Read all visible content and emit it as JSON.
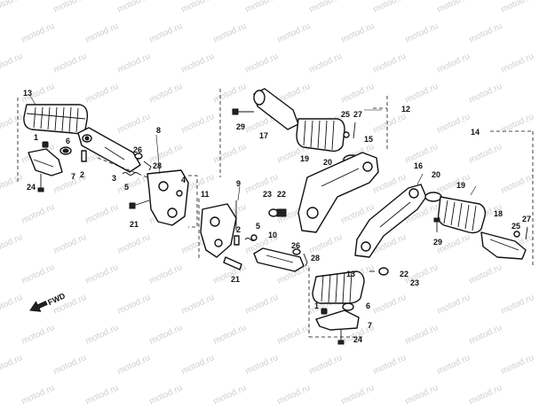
{
  "watermark": {
    "text": "motod.ru",
    "color": "#d0d0d0"
  },
  "forward_indicator": {
    "label": "FWD"
  },
  "callouts": [
    {
      "id": "c13a",
      "text": "13"
    },
    {
      "id": "c1a",
      "text": "1"
    },
    {
      "id": "c6a",
      "text": "6"
    },
    {
      "id": "c7a",
      "text": "7"
    },
    {
      "id": "c24a",
      "text": "24"
    },
    {
      "id": "c2a",
      "text": "2"
    },
    {
      "id": "c3",
      "text": "3"
    },
    {
      "id": "c5a",
      "text": "5"
    },
    {
      "id": "c26a",
      "text": "26"
    },
    {
      "id": "c28a",
      "text": "28"
    },
    {
      "id": "c8",
      "text": "8"
    },
    {
      "id": "c4",
      "text": "4"
    },
    {
      "id": "c21a",
      "text": "21"
    },
    {
      "id": "c11",
      "text": "11"
    },
    {
      "id": "c9",
      "text": "9"
    },
    {
      "id": "c2b",
      "text": "2"
    },
    {
      "id": "c5b",
      "text": "5"
    },
    {
      "id": "c21b",
      "text": "21"
    },
    {
      "id": "c23a",
      "text": "23"
    },
    {
      "id": "c22a",
      "text": "22"
    },
    {
      "id": "c10",
      "text": "10"
    },
    {
      "id": "c26b",
      "text": "26"
    },
    {
      "id": "c28b",
      "text": "28"
    },
    {
      "id": "c29a",
      "text": "29"
    },
    {
      "id": "c17",
      "text": "17"
    },
    {
      "id": "c19a",
      "text": "19"
    },
    {
      "id": "c20a",
      "text": "20"
    },
    {
      "id": "c25a",
      "text": "25"
    },
    {
      "id": "c27a",
      "text": "27"
    },
    {
      "id": "c12",
      "text": "12"
    },
    {
      "id": "c15",
      "text": "15"
    },
    {
      "id": "c14",
      "text": "14"
    },
    {
      "id": "c16",
      "text": "16"
    },
    {
      "id": "c20b",
      "text": "20"
    },
    {
      "id": "c19b",
      "text": "19"
    },
    {
      "id": "c18",
      "text": "18"
    },
    {
      "id": "c25b",
      "text": "25"
    },
    {
      "id": "c27b",
      "text": "27"
    },
    {
      "id": "c29b",
      "text": "29"
    },
    {
      "id": "c13b",
      "text": "13"
    },
    {
      "id": "c22b",
      "text": "22"
    },
    {
      "id": "c23b",
      "text": "23"
    },
    {
      "id": "c1b",
      "text": "1"
    },
    {
      "id": "c6b",
      "text": "6"
    },
    {
      "id": "c7b",
      "text": "7"
    },
    {
      "id": "c24b",
      "text": "24"
    }
  ]
}
